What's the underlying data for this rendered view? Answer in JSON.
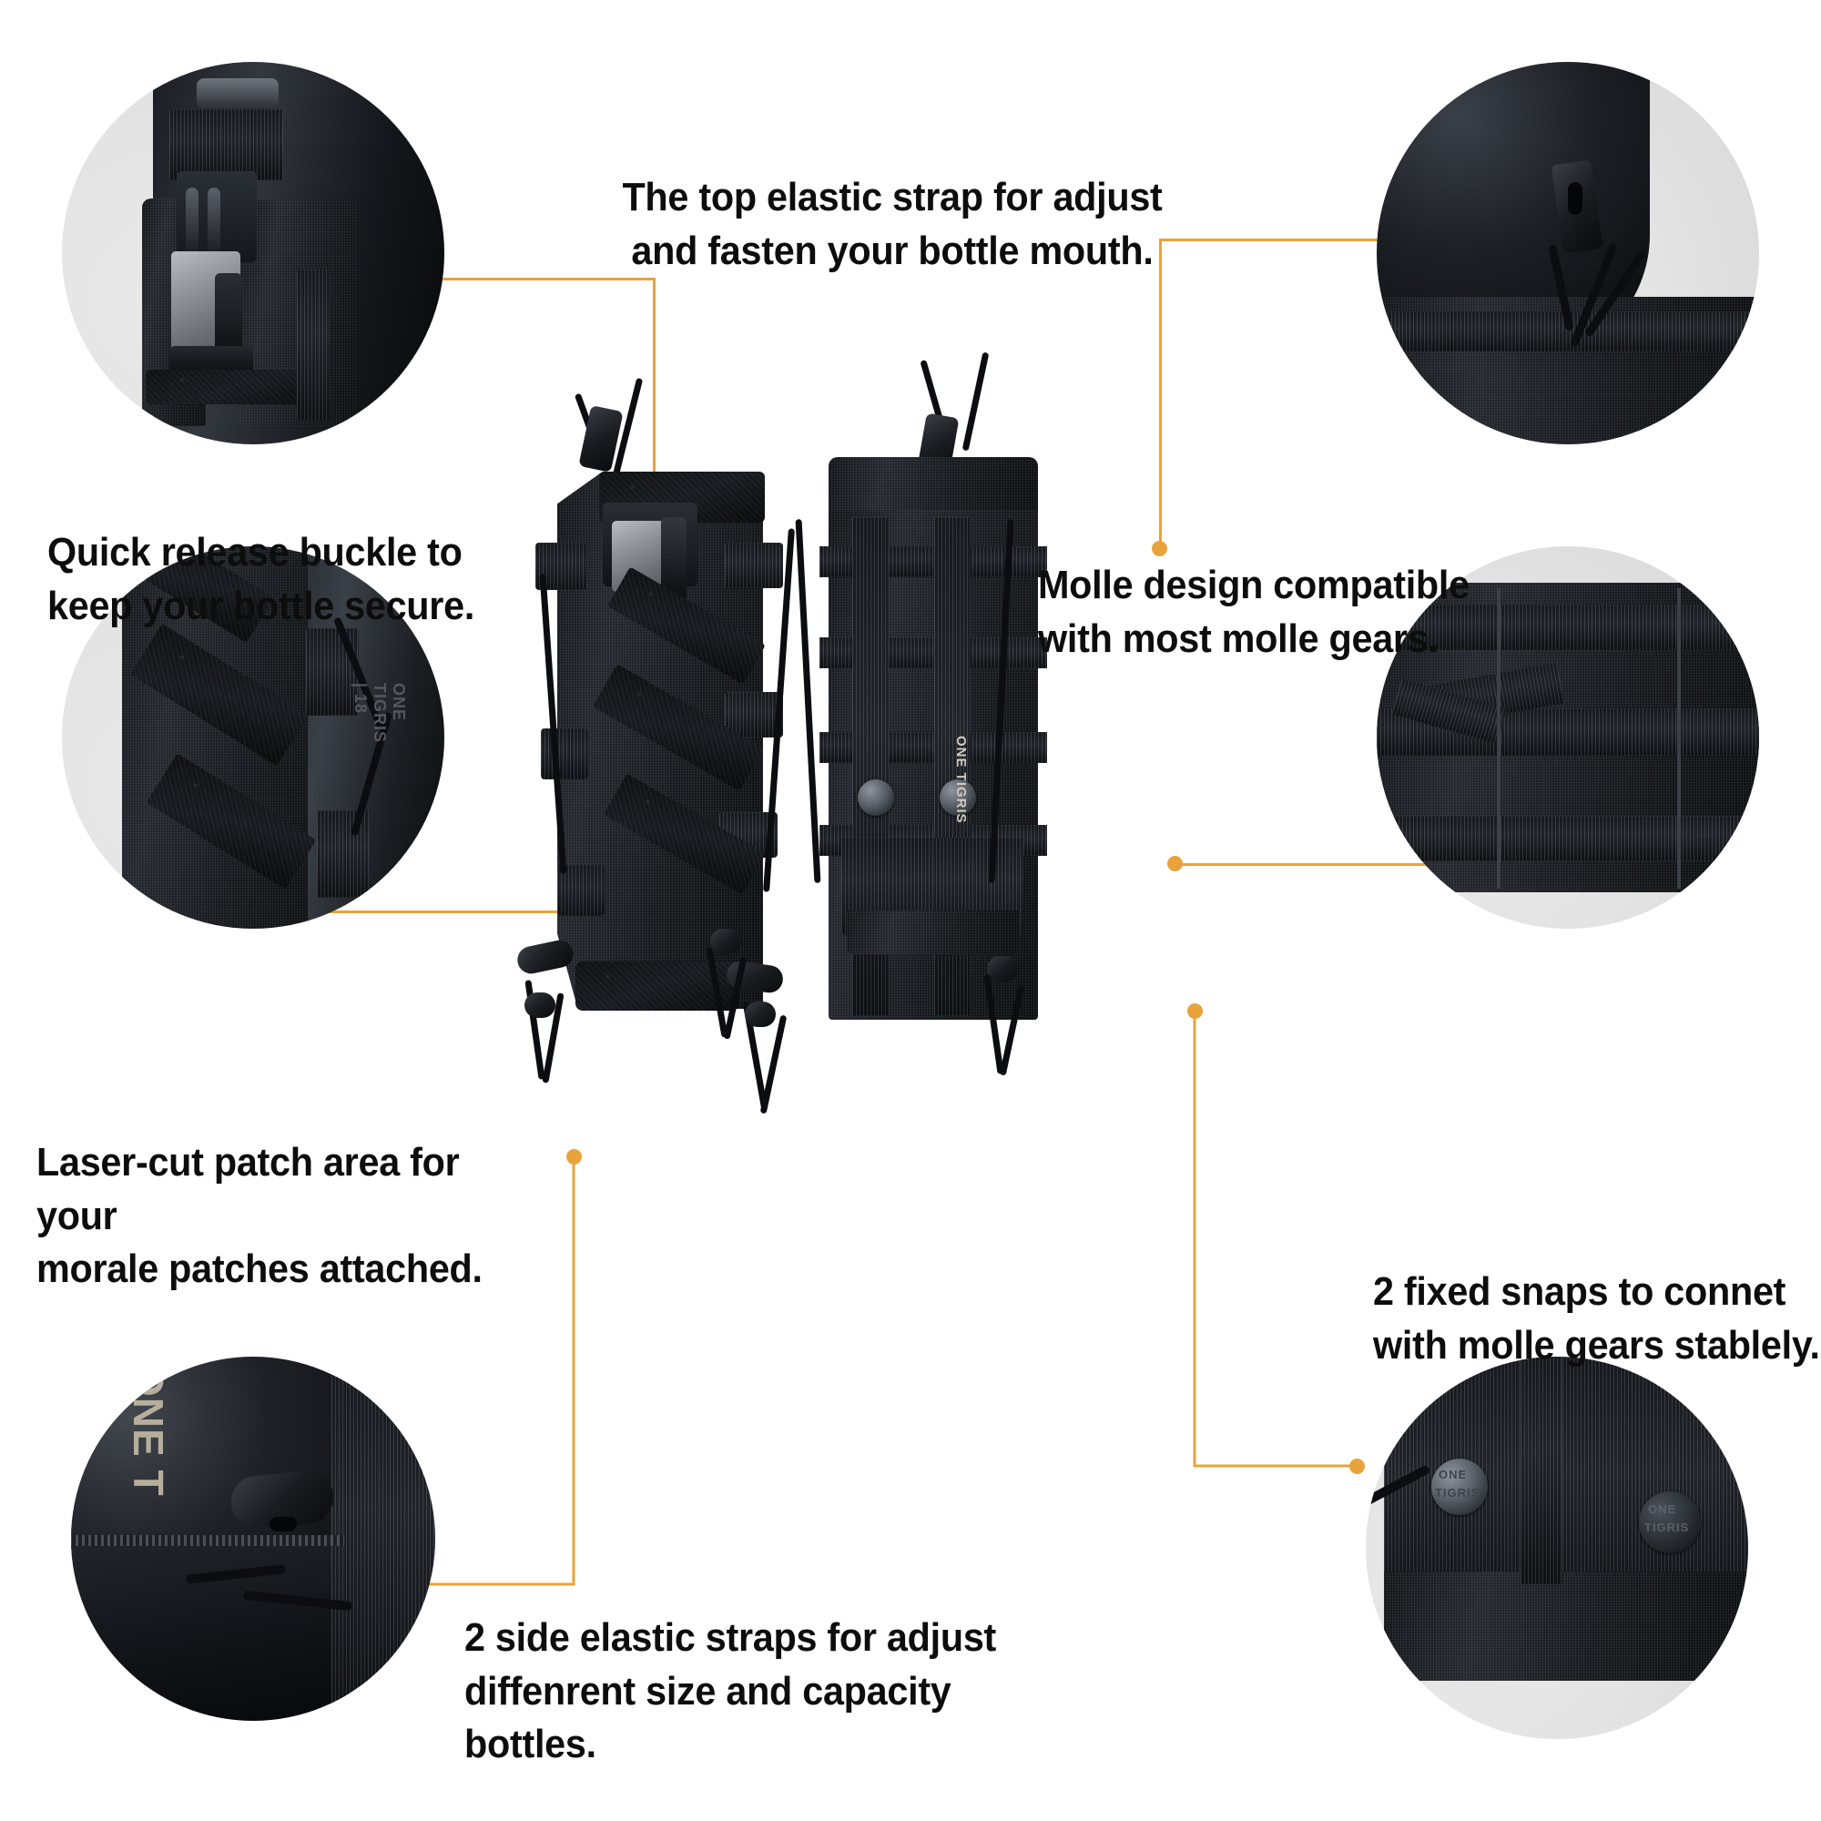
{
  "page": {
    "background_color": "#ffffff",
    "accent_color": "#e8a33d",
    "text_color": "#0d0d0d",
    "brand": "ONE TIGRIS"
  },
  "callouts": [
    {
      "id": "quick-release-buckle",
      "text": "Quick release buckle to\nkeep your bottle secure.",
      "position": "left-top"
    },
    {
      "id": "top-elastic-strap",
      "text": "The top elastic strap for adjust\nand fasten your bottle mouth.",
      "position": "center-top"
    },
    {
      "id": "molle-design",
      "text": "Molle design compatible\nwith most molle gears.",
      "position": "right-top"
    },
    {
      "id": "laser-cut-patch",
      "text": "Laser-cut patch area for your\nmorale patches attached.",
      "position": "left-middle"
    },
    {
      "id": "fixed-snaps",
      "text": "2 fixed snaps to connet\nwith molle gears stablely.",
      "position": "right-bottom"
    },
    {
      "id": "side-elastic-straps",
      "text": "2 side elastic straps for adjust\ndiffenrent size and capacity bottles.",
      "position": "center-bottom"
    }
  ],
  "insets": [
    {
      "id": "inset-buckle",
      "caption_ref": "quick-release-buckle",
      "subject": "quick-release-buckle-closeup"
    },
    {
      "id": "inset-elastic-top",
      "caption_ref": "top-elastic-strap",
      "subject": "top-elastic-cordlock-closeup"
    },
    {
      "id": "inset-patch",
      "caption_ref": "laser-cut-patch",
      "subject": "laser-cut-velcro-panel-closeup"
    },
    {
      "id": "inset-molle",
      "caption_ref": "molle-design",
      "subject": "molle-webbing-strap-closeup"
    },
    {
      "id": "inset-sidestrap",
      "caption_ref": "side-elastic-straps",
      "subject": "side-cordlock-closeup"
    },
    {
      "id": "inset-snaps",
      "caption_ref": "fixed-snaps",
      "subject": "onetigris-snap-buttons-closeup"
    }
  ],
  "product_views": [
    {
      "id": "front-view",
      "label": "pouch-front-view"
    },
    {
      "id": "back-view",
      "label": "pouch-back-view"
    }
  ],
  "product_marks": {
    "snap_label_line1": "ONE",
    "snap_label_line2": "TIGRIS",
    "side_logo": "ONE TIGRIS | 18",
    "cordlock_logo": "ONE T"
  }
}
